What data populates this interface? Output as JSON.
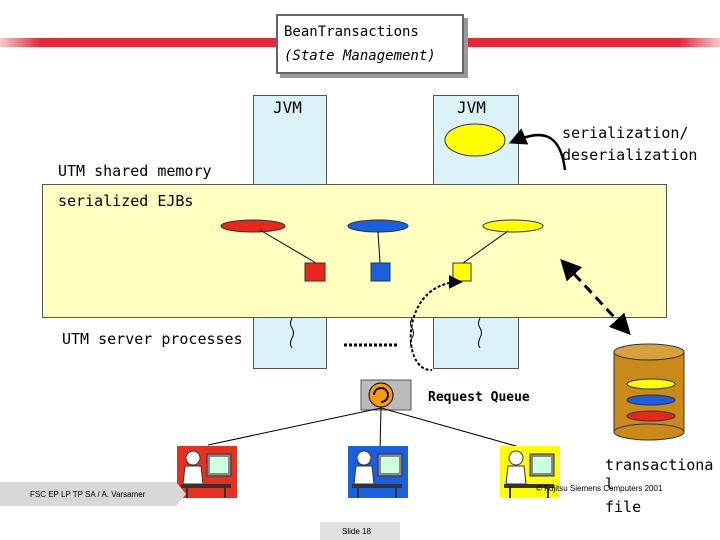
{
  "title": {
    "line1": "BeanTransactions",
    "line2": "(State Management)"
  },
  "jvm_left_label": "JVM",
  "jvm_right_label": "JVM",
  "labels": {
    "serialization": "serialization/",
    "deserialization": "deserialization",
    "utm_shared_memory": "UTM shared memory",
    "serialized_ejbs": "serialized EJBs",
    "utm_server_processes": "UTM server processes",
    "request_queue": "Request Queue",
    "transaction_file_1": "transactiona",
    "transaction_file_2": "l",
    "transaction_file_3": "file"
  },
  "footer": {
    "author": "FSC EP LP TP SA / A. Varsamer",
    "slide": "Slide 18",
    "copyright": "© Fujitsu Siemens Computers 2001"
  },
  "colors": {
    "red_bar": "#e8283a",
    "jvm_fill": "#d9f1f7",
    "memory_fill": "#ffffc0",
    "ejb_red": "#e8281c",
    "ejb_blue": "#1a5fe0",
    "ejb_yellow": "#ffff00",
    "db_fill": "#c98a1a"
  },
  "icons": [
    "request-queue-icon",
    "database-icon",
    "user-at-terminal-icon"
  ]
}
